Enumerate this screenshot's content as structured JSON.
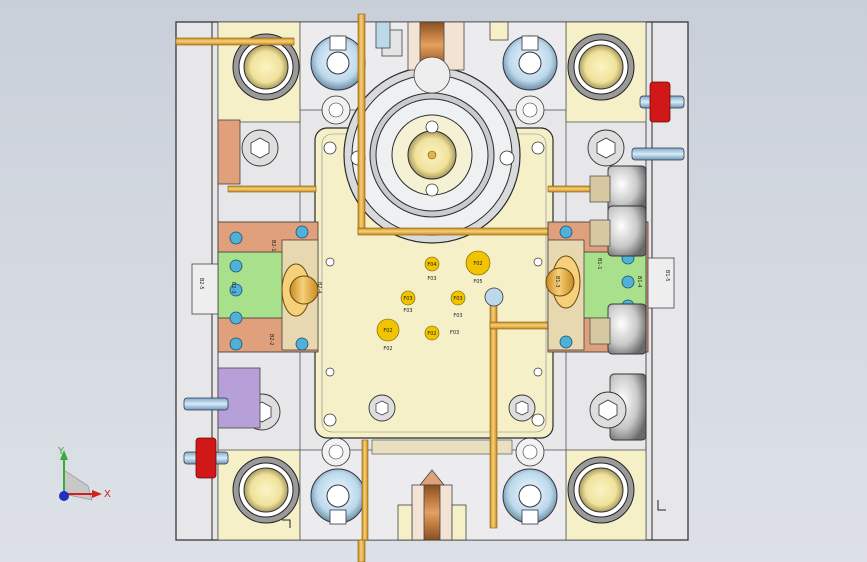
{
  "viewport": {
    "background_top": "#c9cfd9",
    "background_bottom": "#dde1e7"
  },
  "colors": {
    "frame_outline": "#2b2b2b",
    "plate_cream": "#f6f0c8",
    "bushing_yellow": "#f3e6a0",
    "pin_orange": "#e8b14a",
    "washer_blue": "#bcd9ec",
    "screw_gray": "#d8d8d8",
    "red_plug": "#d01818",
    "side_block_salmon": "#e0a07c",
    "side_block_green": "#a8e08c",
    "side_block_purple": "#b7a0d8",
    "axis_y": "#3aaa3a",
    "axis_x": "#d02020",
    "axis_z": "#2030c0"
  },
  "labels": {
    "top_center": "F04",
    "top_center_sub": "F03",
    "top_right": "F02",
    "top_right_sub": "F05",
    "mid_left": "F03",
    "mid_left_sub": "F03",
    "mid_right": "F03",
    "mid_right_sub": "F03",
    "bottom_left": "F02",
    "bottom_left_sub": "F02",
    "bottom_center": "F02",
    "bottom_center_sub": "F03",
    "left_block_1": "B2-1",
    "left_block_2": "B2-3",
    "left_block_3": "B2-2",
    "left_block_4": "B2-4",
    "right_block_1": "B1-1",
    "right_block_2": "B1-3",
    "right_block_3": "B1-4",
    "left_edge_block": "B2-5",
    "right_edge_block": "B1-5"
  },
  "axis": {
    "x_label": "X",
    "y_label": "Y",
    "z_icon": "axis-triad-icon"
  }
}
